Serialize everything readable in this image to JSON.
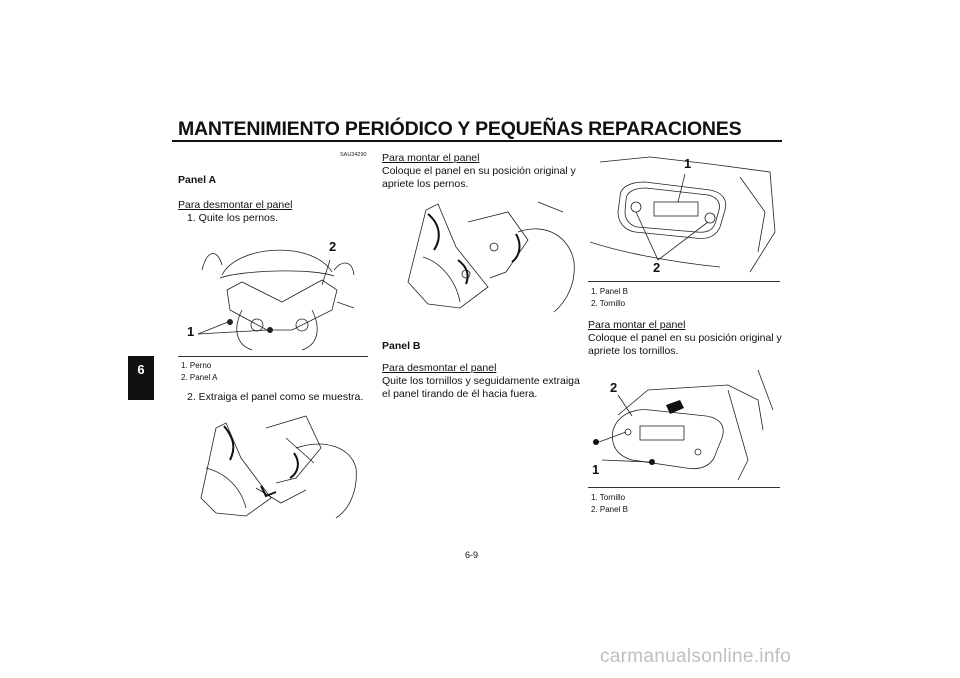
{
  "header": {
    "title": "MANTENIMIENTO PERIÓDICO Y PEQUEÑAS REPARACIONES"
  },
  "side_tab": {
    "label": "6"
  },
  "col1": {
    "code": "SAU34290",
    "panel_heading": "Panel A",
    "remove_heading": "Para desmontar el panel",
    "step1": "1. Quite los pernos.",
    "fig1": {
      "callout_1": "1",
      "callout_2": "2"
    },
    "fig1_caption": [
      "1. Perno",
      "2. Panel A"
    ],
    "step2": "2. Extraiga el panel como se muestra."
  },
  "col2": {
    "install_heading": "Para montar el panel",
    "install_text_line1": "Coloque el panel en su posición original y",
    "install_text_line2": "apriete los pernos.",
    "panel_heading": "Panel B",
    "remove_heading": "Para desmontar el panel",
    "remove_text_line1": "Quite los tornillos y seguidamente extraiga",
    "remove_text_line2": "el panel tirando de él hacia fuera."
  },
  "col3": {
    "fig3": {
      "callout_1": "1",
      "callout_2": "2"
    },
    "fig3_caption": [
      "1. Panel B",
      "2. Tornillo"
    ],
    "install_heading": "Para montar el panel",
    "install_text_line1": "Coloque el panel en su posición original y",
    "install_text_line2": "apriete los tornillos.",
    "fig4": {
      "callout_1": "1",
      "callout_2": "2"
    },
    "fig4_caption": [
      "1. Tornillo",
      "2. Panel B"
    ]
  },
  "footer": {
    "page_number": "6-9",
    "watermark": "carmanualsonline.info"
  }
}
